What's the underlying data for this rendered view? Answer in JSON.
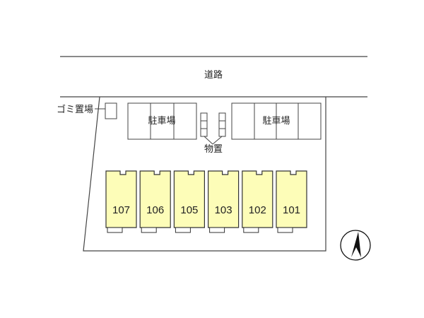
{
  "road": {
    "label": "道路"
  },
  "garbage": {
    "label": "ゴミ置場"
  },
  "parking_left": {
    "label": "駐車場"
  },
  "parking_right": {
    "label": "駐車場"
  },
  "storage": {
    "label": "物置"
  },
  "units": [
    "107",
    "106",
    "105",
    "103",
    "102",
    "101"
  ],
  "colors": {
    "unit_fill": "#fdfdb8",
    "line": "#333333",
    "compass": "#111111"
  },
  "compass": {
    "icon": "north-arrow-icon"
  }
}
